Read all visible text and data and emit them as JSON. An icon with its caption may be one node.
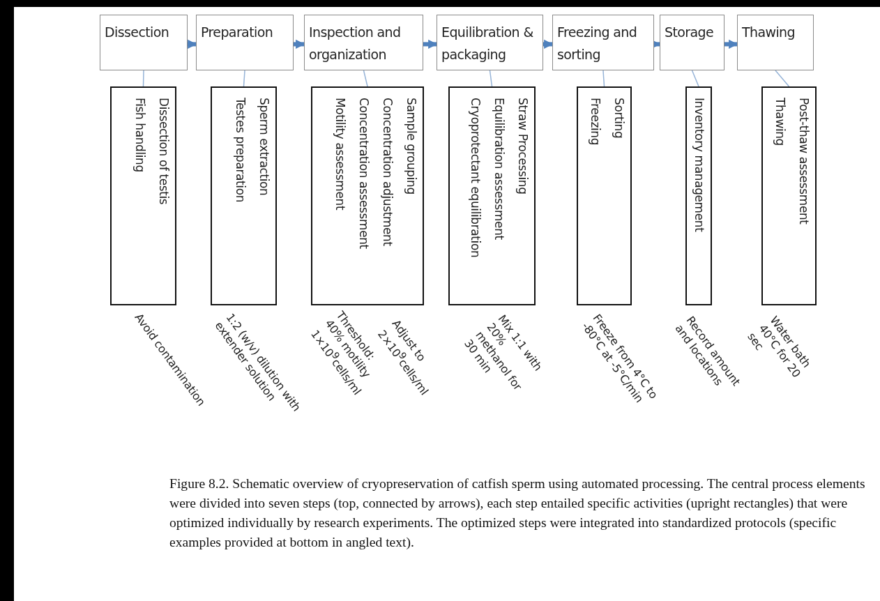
{
  "diagram": {
    "caption": "Figure 8.2. Schematic overview of cryopreservation of catfish sperm using automated processing. The central process elements were divided into seven steps (top, connected by arrows), each step entailed specific activities (upright rectangles) that were optimized individually by research experiments. The optimized steps were integrated into standardized protocols (specific examples provided at bottom in angled text).",
    "nodes": [
      {
        "text": [
          "Dissection"
        ]
      },
      {
        "text": [
          "Preparation"
        ]
      },
      {
        "text": [
          "Inspection and organization"
        ]
      },
      {
        "text": [
          "Equilibration & packaging"
        ]
      },
      {
        "text": [
          "Freezing and sorting"
        ]
      },
      {
        "text": [
          "Storage"
        ]
      },
      {
        "text": [
          "Thawing"
        ]
      },
      {
        "text": [
          "Dissection of testis",
          "Fish handling"
        ],
        "beside": [
          "Avoid contamination"
        ]
      },
      {
        "text": [
          "Sperm extraction",
          "Testes preparation"
        ],
        "beside": [
          "1:2 (w/v) dilution with extender solution"
        ]
      },
      {
        "text": [
          "Sample grouping",
          "Concentration adjustment",
          "Concentration assessment",
          "Motility assessment"
        ],
        "beside": [
          "Threshold: 40% motility 1×10$^{9}$cells/ml",
          "Adjust to 2×10$^{9}$cells/ml"
        ]
      },
      {
        "text": [
          "Straw Processing",
          "Equilibration assessment",
          "Cryoprotectant equilibration"
        ],
        "beside": [
          "Mix 1:1 with 20% methanol for 30 min"
        ]
      },
      {
        "text": [
          "Sorting",
          "Freezing"
        ],
        "beside": [
          "Freeze from 4°C to -80°C at -5°C/min"
        ]
      },
      {
        "text": [
          "Inventory management"
        ],
        "beside": [
          "Record amount and locations"
        ]
      },
      {
        "text": [
          "Post-thaw assessment",
          "Thawing"
        ],
        "beside": [
          "Water bath 40°C for 20 sec"
        ]
      }
    ],
    "edges": [
      {
        "from": 0,
        "to": 1,
        "arrow": "to",
        "style": "thick",
        "color": "#4f81bd"
      },
      {
        "from": 1,
        "to": 2,
        "arrow": "to",
        "style": "thick",
        "color": "#4f81bd"
      },
      {
        "from": 2,
        "to": 3,
        "arrow": "to",
        "style": "thick",
        "color": "#4f81bd"
      },
      {
        "from": 3,
        "to": 4,
        "arrow": "to",
        "style": "thick",
        "color": "#4f81bd"
      },
      {
        "from": 4,
        "to": 5,
        "arrow": "to",
        "style": "thick",
        "color": "#4f81bd"
      },
      {
        "from": 5,
        "to": 6,
        "arrow": "to",
        "style": "thick",
        "color": "#4f81bd"
      },
      {
        "from": 0,
        "to": 7,
        "arrow": "none",
        "color": "#95b3d7"
      },
      {
        "from": 1,
        "to": 8,
        "arrow": "none",
        "color": "#95b3d7"
      },
      {
        "from": 2,
        "to": 9,
        "arrow": "none",
        "color": "#95b3d7"
      },
      {
        "from": 3,
        "to": 10,
        "arrow": "none",
        "color": "#95b3d7"
      },
      {
        "from": 4,
        "to": 11,
        "arrow": "none",
        "color": "#95b3d7"
      },
      {
        "from": 5,
        "to": 12,
        "arrow": "none",
        "color": "#95b3d7"
      },
      {
        "from": 6,
        "to": 13,
        "arrow": "none",
        "color": "#95b3d7"
      }
    ]
  }
}
